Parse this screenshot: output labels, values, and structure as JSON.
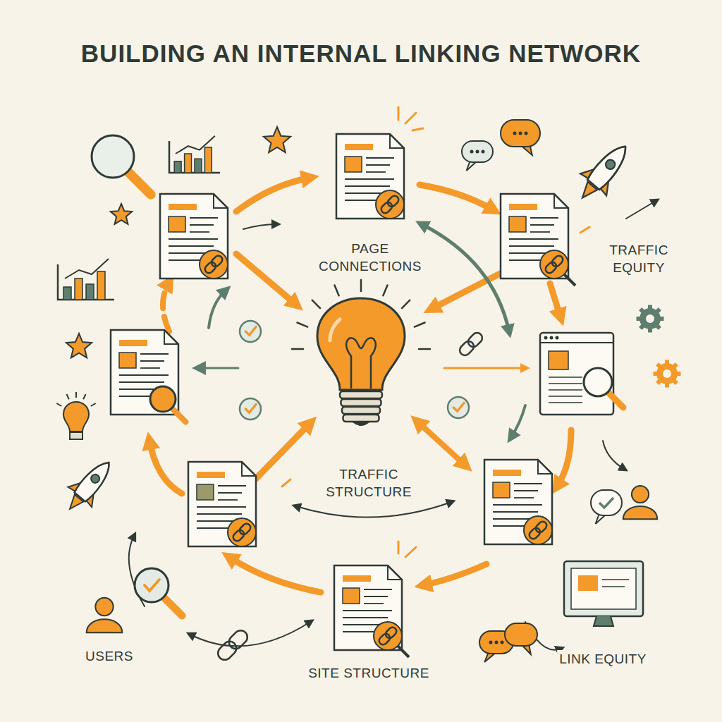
{
  "diagram": {
    "title": "BUILDING AN INTERNAL LINKING NETWORK",
    "labels": [
      "PAGE CONNECTIONS",
      "TRAFFIC EQUITY",
      "TRAFFIC STRUCTURE",
      "USERS",
      "SITE STRUCTURE",
      "LINK EQUITY"
    ]
  }
}
